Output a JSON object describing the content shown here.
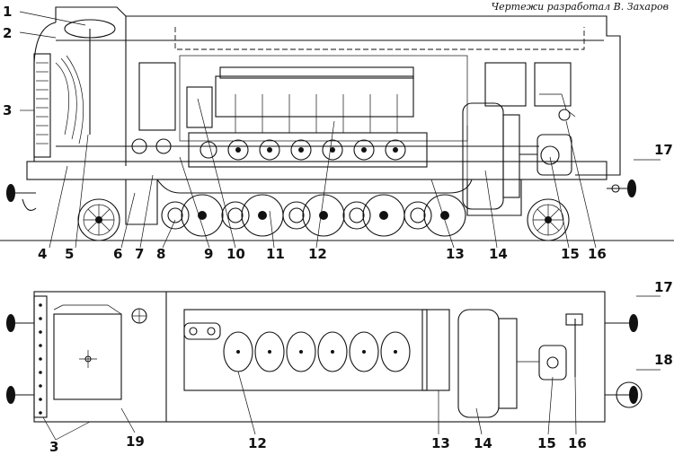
{
  "credit": "Чертежи разработал В. Захаров",
  "side_view": {
    "labels": {
      "l1": "1",
      "l2": "2",
      "l3": "3",
      "l4": "4",
      "l5": "5",
      "l6": "6",
      "l7": "7",
      "l8": "8",
      "l9": "9",
      "l10": "10",
      "l11": "11",
      "l12": "12",
      "l13": "13",
      "l14": "14",
      "l15": "15",
      "l16": "16",
      "l17": "17"
    }
  },
  "plan_view": {
    "labels": {
      "l3": "3",
      "l19": "19",
      "l12": "12",
      "l13": "13",
      "l14": "14",
      "l15": "15",
      "l16": "16",
      "l17": "17",
      "l18": "18"
    }
  }
}
